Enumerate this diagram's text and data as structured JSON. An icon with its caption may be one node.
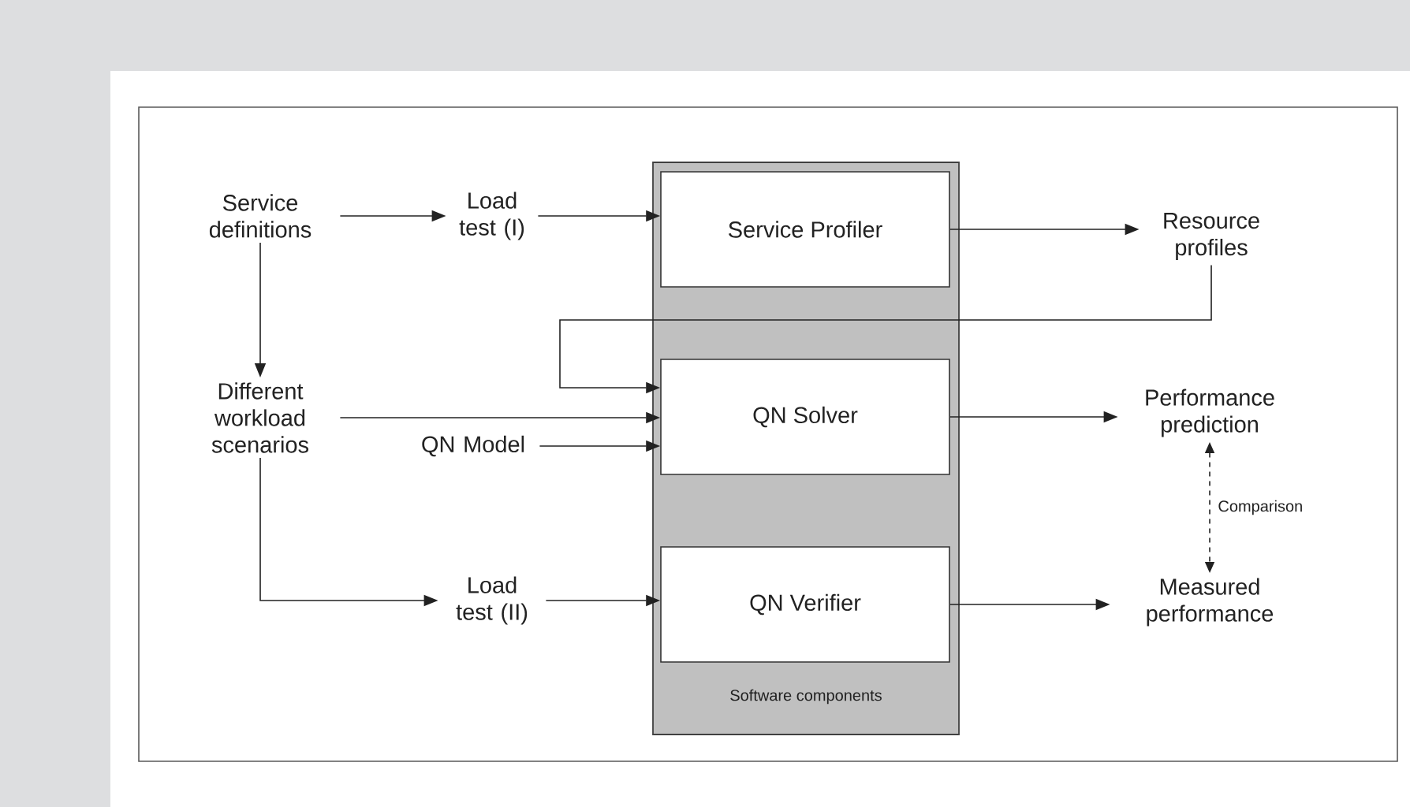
{
  "diagram": {
    "nodes": [
      {
        "text": [
          "Service definitions"
        ]
      },
      {
        "text": [
          "Load test (I)"
        ]
      },
      {
        "text": [
          "Software components"
        ]
      },
      {
        "text": [
          "Service Profiler"
        ],
        "in": 2
      },
      {
        "text": [
          "Resource profiles"
        ]
      },
      {
        "text": [
          "Different workload scenarios"
        ]
      },
      {
        "text": [
          "QN Model"
        ]
      },
      {
        "text": [
          "QN Solver"
        ],
        "in": 2
      },
      {
        "text": [
          "Performance prediction"
        ]
      },
      {
        "text": [
          "Load test (II)"
        ]
      },
      {
        "text": [
          "QN Verifier"
        ],
        "in": 2
      },
      {
        "text": [
          "Measured performance"
        ]
      }
    ],
    "edges": [
      {
        "from": 0,
        "to": 1,
        "arrow": "to"
      },
      {
        "from": 1,
        "to": 3,
        "arrow": "to"
      },
      {
        "from": 3,
        "to": 4,
        "arrow": "to"
      },
      {
        "from": 0,
        "to": 5,
        "arrow": "to"
      },
      {
        "from": 4,
        "to": 7,
        "arrow": "to"
      },
      {
        "from": 5,
        "to": 7,
        "arrow": "to"
      },
      {
        "from": 6,
        "to": 7,
        "arrow": "to"
      },
      {
        "from": 7,
        "to": 8,
        "arrow": "to"
      },
      {
        "from": 8,
        "to": 11,
        "arrow": "both",
        "style": "dashed",
        "label": "Comparison"
      },
      {
        "from": 5,
        "to": 9,
        "arrow": "to"
      },
      {
        "from": 9,
        "to": 10,
        "arrow": "to"
      },
      {
        "from": 10,
        "to": 11,
        "arrow": "to"
      }
    ]
  }
}
